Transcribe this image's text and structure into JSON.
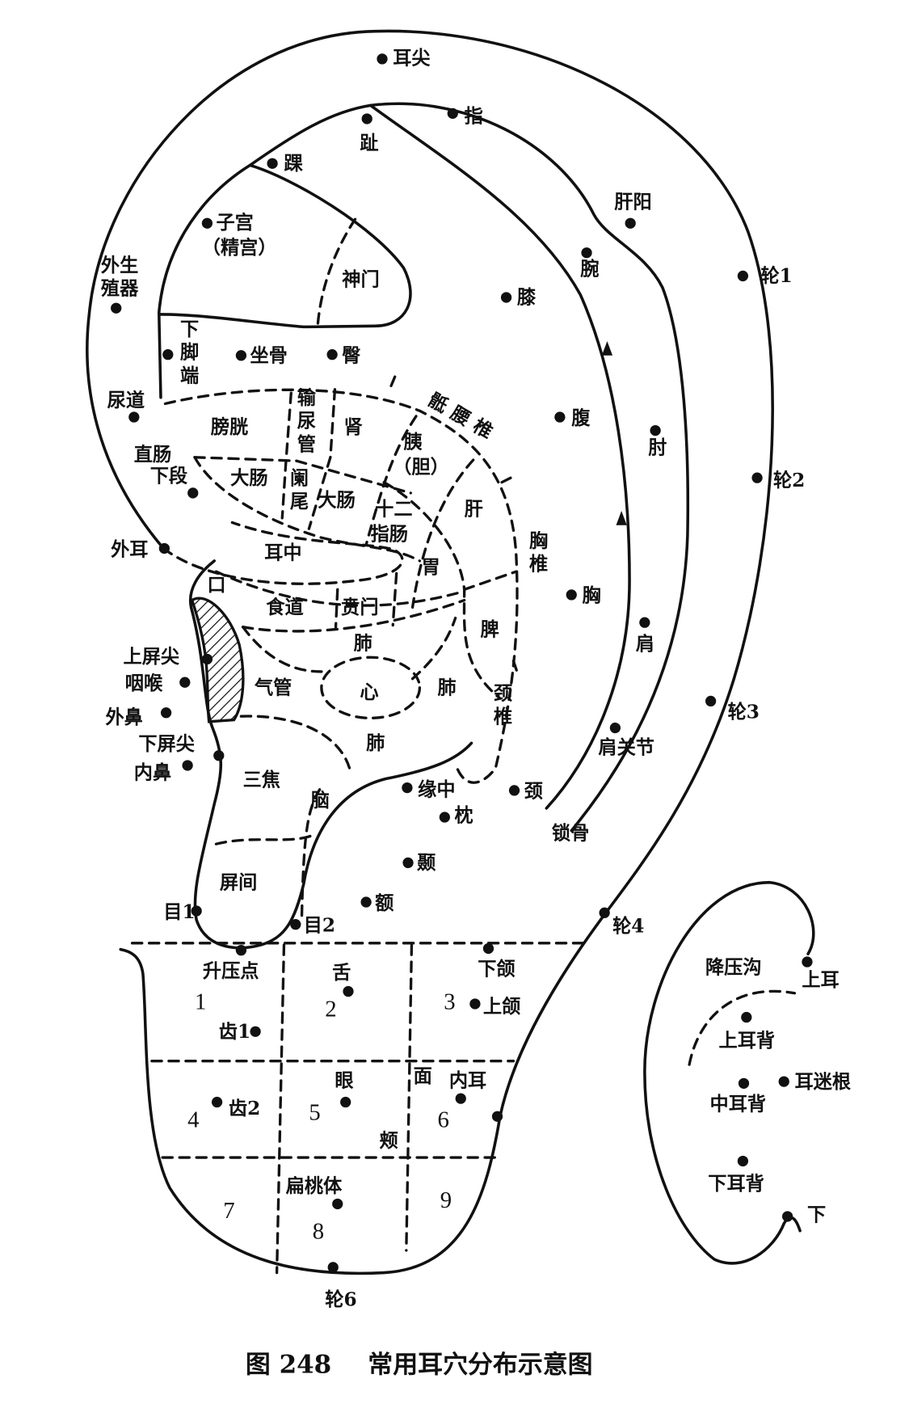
{
  "caption": {
    "figure": "图 248",
    "title": "常用耳穴分布示意图"
  },
  "colors": {
    "ink": "#111111",
    "paper": "#ffffff"
  },
  "labels": {
    "erjian": "耳尖",
    "zhi": "指",
    "zhi_toe": "趾",
    "huai": "踝",
    "zigong": "子宫",
    "jinggong": "（精宫）",
    "shenmen": "神门",
    "ganyang": "肝阳",
    "wan": "腕",
    "lun1": "轮1",
    "waisheng": "外生",
    "zhiqi": "殖器",
    "xi": "膝",
    "xiajiaoduan": "下脚端",
    "zuogu": "坐骨",
    "tun": "臀",
    "niaodao": "尿道",
    "pangguang": "膀胱",
    "shuniaoguan": "输尿管",
    "shen": "肾",
    "yi": "胰",
    "dan": "（胆）",
    "diyaozhui": "骶腰椎",
    "fu": "腹",
    "zhou": "肘",
    "lun2": "轮2",
    "zhichang": "直肠",
    "xiaduan": "下段",
    "dachang1": "大肠",
    "lanwei": "阑尾",
    "dachang2": "大肠",
    "shier": "十二",
    "zhichang2": "指肠",
    "gan": "肝",
    "xiongzhui": "胸椎",
    "waier": "外耳",
    "erzhong": "耳中",
    "wei": "胃",
    "kou": "口",
    "xiong": "胸",
    "shidao": "食道",
    "benmen": "贲门",
    "pi": "脾",
    "jian": "肩",
    "fei1": "肺",
    "shangpingjian": "上屏尖",
    "yanhou": "咽喉",
    "qiguan": "气管",
    "xin": "心",
    "fei2": "肺",
    "jingzhui": "颈椎",
    "lun3": "轮3",
    "waibi": "外鼻",
    "jianguanjie": "肩关节",
    "xiapingjian": "下屏尖",
    "fei3": "肺",
    "neibi": "内鼻",
    "sanjiao": "三焦",
    "yuanzhong": "缘中",
    "jing": "颈",
    "nao": "脑",
    "zhen": "枕",
    "suogu": "锁骨",
    "nie": "颞",
    "pingjian": "屏间",
    "e": "额",
    "mu1": "目1",
    "mu2": "目2",
    "lun4": "轮4",
    "jiangyagou": "降压沟",
    "shanger": "上耳",
    "shengyadian": "升压点",
    "she": "舌",
    "xiahe": "下颌",
    "shanghe": "上颌",
    "chi1": "齿1",
    "shangerbei": "上耳背",
    "yan": "眼",
    "mian": "面",
    "jia": "颊",
    "neier": "内耳",
    "ermigen": "耳迷根",
    "zhongerbei": "中耳背",
    "chi2": "齿2",
    "xiaerbei": "下耳背",
    "biantaoti": "扁桃体",
    "xia": "下",
    "lun6": "轮6"
  },
  "lobe_sections": [
    "1",
    "2",
    "3",
    "4",
    "5",
    "6",
    "7",
    "8",
    "9"
  ]
}
